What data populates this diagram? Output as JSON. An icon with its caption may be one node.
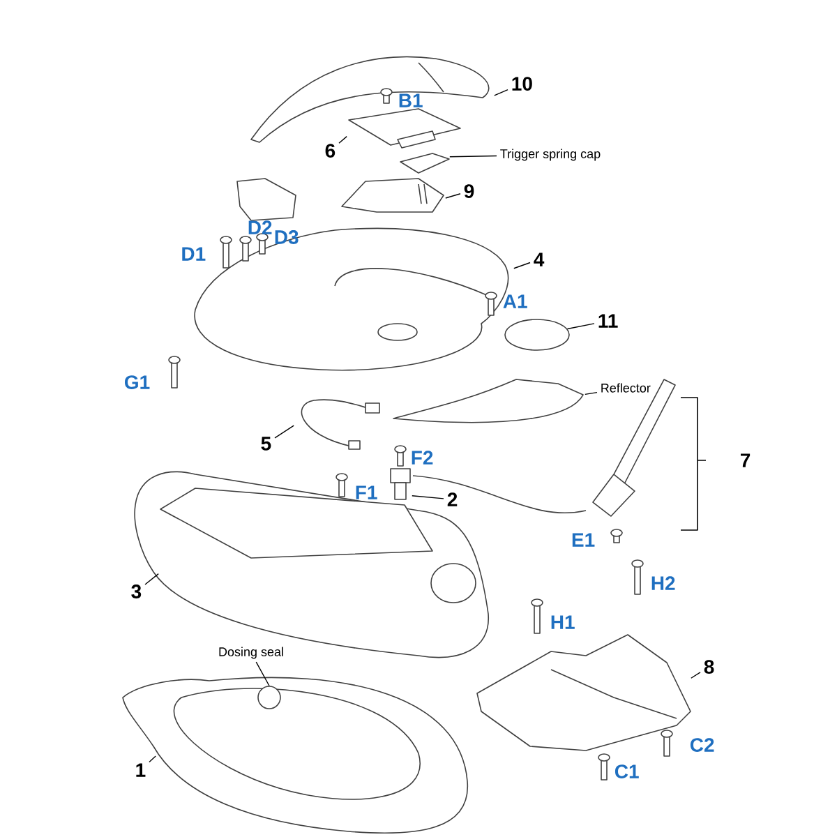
{
  "diagram": {
    "nodes": [
      {
        "text": [
          "10"
        ]
      },
      {
        "text": [],
        "shape": "picture"
      },
      {
        "text": [
          "6"
        ]
      },
      {
        "text": [],
        "shape": "picture"
      },
      {
        "text": [
          "Trigger spring cap"
        ]
      },
      {
        "text": [],
        "shape": "picture"
      },
      {
        "text": [
          "9"
        ]
      },
      {
        "text": [],
        "shape": "picture"
      },
      {
        "text": [
          "4"
        ]
      },
      {
        "text": [],
        "shape": "picture"
      },
      {
        "text": [
          "11"
        ]
      },
      {
        "text": [],
        "shape": "circle"
      },
      {
        "text": [
          "Reflector"
        ]
      },
      {
        "text": [],
        "shape": "picture"
      },
      {
        "text": [
          "5"
        ]
      },
      {
        "text": [],
        "shape": "picture"
      },
      {
        "text": [
          "2"
        ]
      },
      {
        "text": [],
        "shape": "picture"
      },
      {
        "text": [
          "3"
        ]
      },
      {
        "text": [],
        "shape": "picture"
      },
      {
        "text": [
          "Dosing seal"
        ]
      },
      {
        "text": [
          "1"
        ]
      },
      {
        "text": [],
        "shape": "picture"
      },
      {
        "text": [],
        "shape": "circle",
        "in": 22
      },
      {
        "text": [
          "8"
        ]
      },
      {
        "text": [],
        "shape": "picture"
      }
    ],
    "edges": [
      {
        "from": 0,
        "to": 1,
        "arrow": "none"
      },
      {
        "from": 2,
        "to": 3,
        "arrow": "none"
      },
      {
        "from": 4,
        "to": 5,
        "arrow": "none"
      },
      {
        "from": 6,
        "to": 7,
        "arrow": "none"
      },
      {
        "from": 8,
        "to": 9,
        "arrow": "none"
      },
      {
        "from": 10,
        "to": 11,
        "arrow": "none"
      },
      {
        "from": 12,
        "to": 13,
        "arrow": "none"
      },
      {
        "from": 14,
        "to": 15,
        "arrow": "none"
      },
      {
        "from": 16,
        "to": 17,
        "arrow": "none"
      },
      {
        "from": 18,
        "to": 19,
        "arrow": "none"
      },
      {
        "from": 20,
        "to": 23,
        "arrow": "none"
      },
      {
        "from": 21,
        "to": 22,
        "arrow": "none"
      },
      {
        "from": 24,
        "to": 25,
        "arrow": "none"
      }
    ],
    "labels": [
      "B1",
      "D2",
      "D3",
      "D1",
      "A1",
      "G1",
      "F2",
      "7",
      "F1",
      "E1",
      "H2",
      "H1",
      "C2",
      "C1"
    ]
  }
}
